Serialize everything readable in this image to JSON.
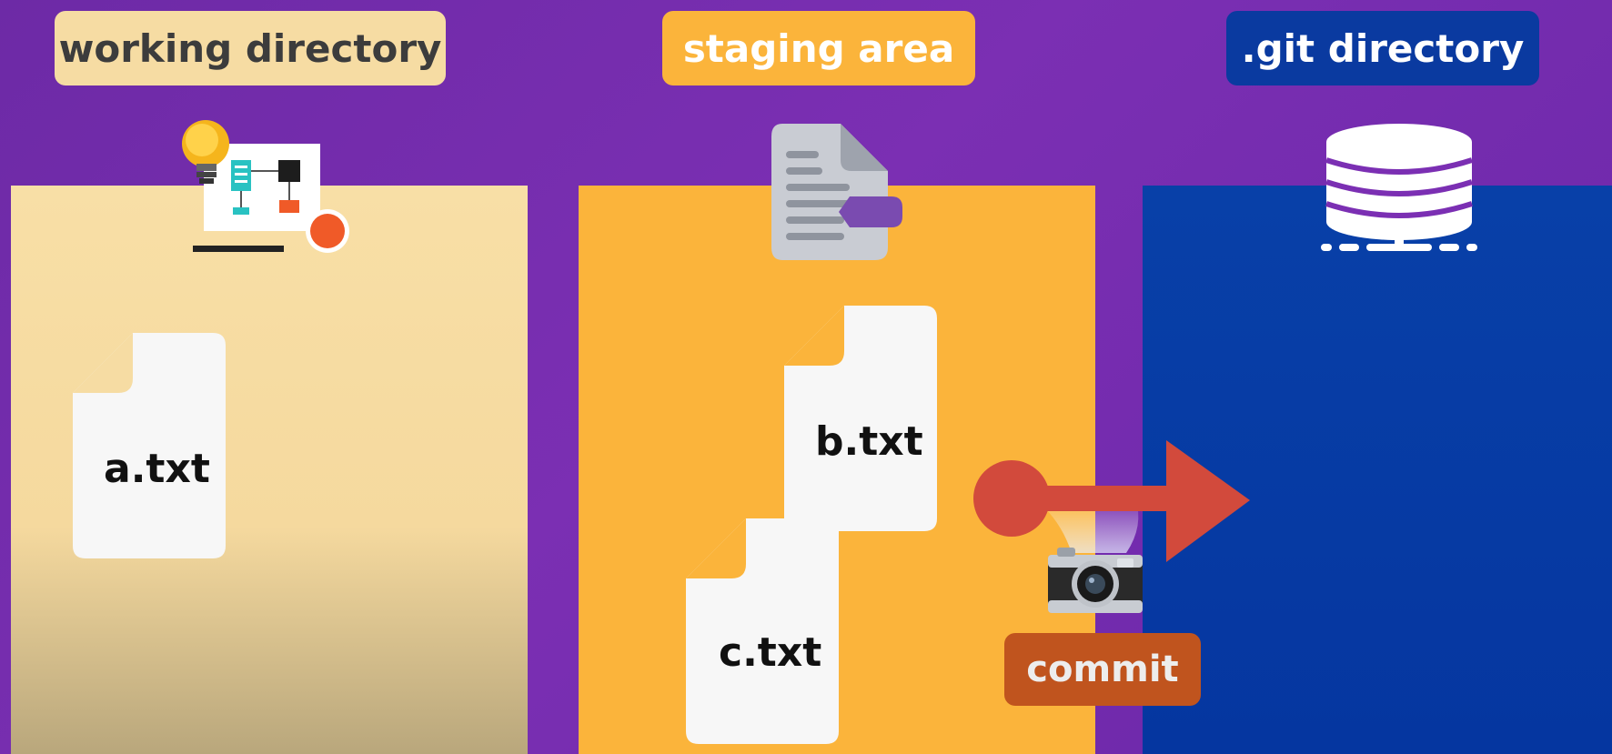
{
  "areas": {
    "working": {
      "label": "working directory",
      "file": "a.txt"
    },
    "staging": {
      "label": "staging area",
      "files": [
        "b.txt",
        "c.txt"
      ]
    },
    "git": {
      "label": ".git directory"
    }
  },
  "action": {
    "label": "commit"
  },
  "icons": {
    "working": "whiteboard-lightbulb-icon",
    "staging": "document-icon",
    "git": "database-icon",
    "action": "camera-icon",
    "flow": "arrow-right-icon"
  },
  "colors": {
    "background": "#7b2fb3",
    "working": "#f6dca3",
    "staging": "#fbb43b",
    "git": "#0a3aa0",
    "action": "#c0541e",
    "arrow": "#d24a3c"
  }
}
